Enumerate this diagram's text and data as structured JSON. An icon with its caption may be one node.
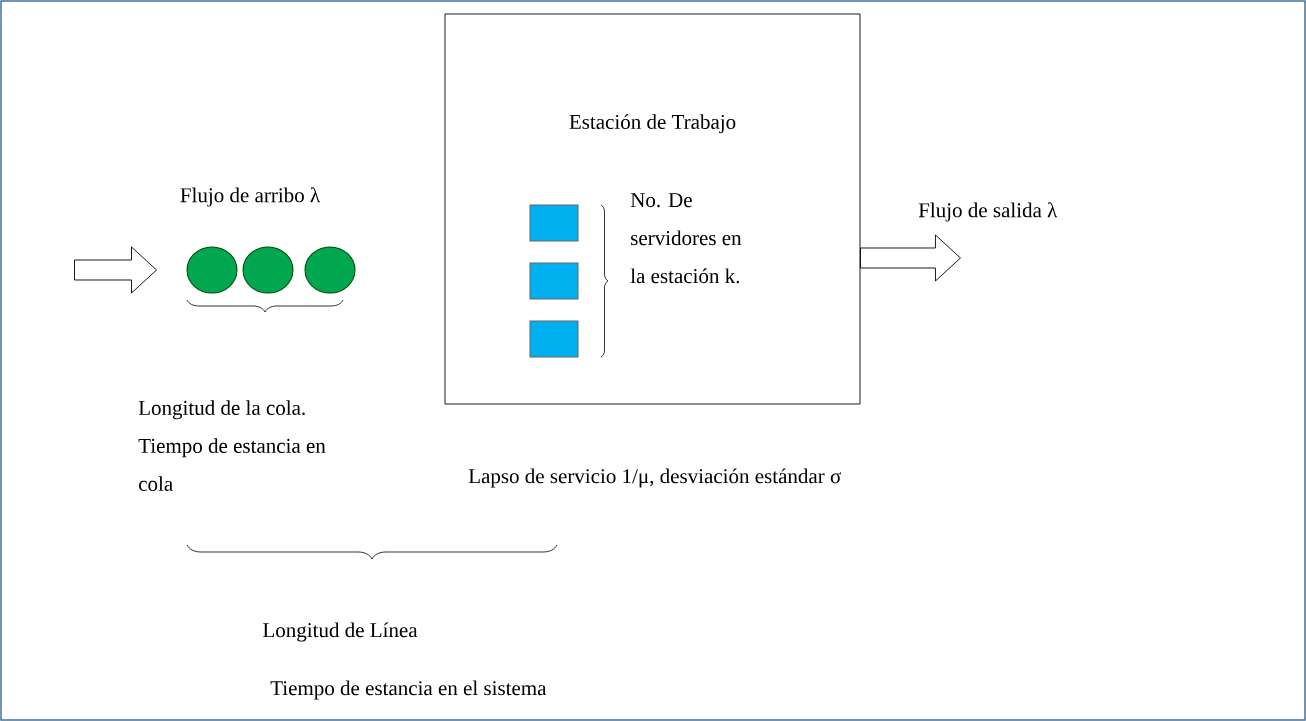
{
  "diagram": {
    "nodes": [
      {
        "text": [],
        "shape": "circle"
      },
      {
        "text": [],
        "shape": "circle"
      },
      {
        "text": [],
        "shape": "circle"
      },
      {
        "text": [
          "Estación de Trabajo"
        ]
      },
      {
        "text": [],
        "shape": "box",
        "in": 3
      },
      {
        "text": [],
        "shape": "box",
        "in": 3
      },
      {
        "text": [],
        "shape": "box",
        "in": 3
      }
    ],
    "edges": [
      {
        "from": null,
        "to": 0,
        "arrow": "to"
      },
      {
        "from": 3,
        "to": null,
        "arrow": "to"
      }
    ],
    "labels": [
      "Flujo de arribo λ",
      "No. De servidores en la estación k.",
      "Flujo de salida λ",
      "Longitud de la cola. Tiempo de estancia en cola",
      "Lapso de servicio 1/μ, desviación estándar σ",
      "Longitud de Línea",
      "Tiempo de estancia en el sistema"
    ]
  }
}
